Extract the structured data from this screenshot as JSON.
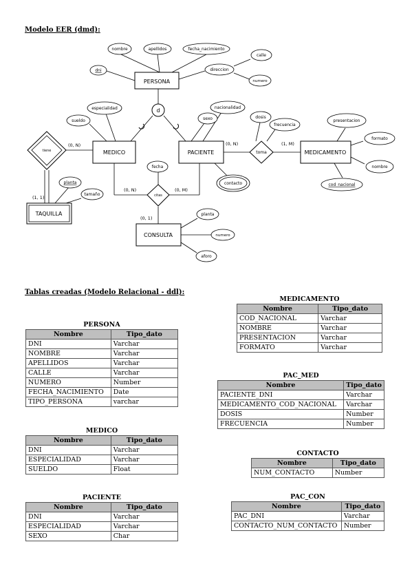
{
  "headings": {
    "eer": "Modelo EER (dmd):",
    "relational": "Tablas creadas (Modelo Relacional - ddl):"
  },
  "diagram": {
    "entities": {
      "persona": "PERSONA",
      "medico": "MEDICO",
      "paciente": "PACIENTE",
      "medicamento": "MEDICAMENTO",
      "taquilla": "TAQUILLA",
      "consulta": "CONSULTA"
    },
    "relationships": {
      "tiene": "tiene",
      "toma": "toma",
      "citas": "citas",
      "specialization": "d"
    },
    "attributes": {
      "nombre": "nombre",
      "apellidos": "apellidos",
      "fecha_nacimiento": "fecha_nacimiento",
      "dni": "dni",
      "direccion": "direccion",
      "calle": "calle",
      "numero": "numero",
      "especialidad": "especialidad",
      "sueldo": "sueldo",
      "nacionalidad": "nacionalidad",
      "sexo": "sexo",
      "contacto": "contacto",
      "dosis": "dosis",
      "frecuencia": "frecuencia",
      "presentacion": "presentacion",
      "formato": "formato",
      "nombre_med": "nombre",
      "cod_nacional": "cod_nacional",
      "fecha": "fecha",
      "planta_taq": "planta",
      "tamano": "tamaño",
      "planta_con": "planta",
      "numero_con": "numero",
      "aforo": "aforo"
    },
    "cardinalities": {
      "tiene_medico": "(0, N)",
      "tiene_taquilla": "(1, 1)",
      "toma_paciente": "(0, N)",
      "toma_medicamento": "(1, M)",
      "citas_medico": "(0, N)",
      "citas_paciente": "(0, M)",
      "citas_consulta": "(0, 1)"
    }
  },
  "tables": {
    "persona": {
      "title": "PERSONA",
      "headers": [
        "Nombre",
        "Tipo_dato"
      ],
      "rows": [
        [
          "DNI",
          "Varchar"
        ],
        [
          "NOMBRE",
          "Varchar"
        ],
        [
          "APELLIDOS",
          "Varchar"
        ],
        [
          "CALLE",
          "Varchar"
        ],
        [
          "NUMERO",
          "Number"
        ],
        [
          "FECHA_NACIMIENTO",
          "Date"
        ],
        [
          "TIPO_PERSONA",
          "varchar"
        ]
      ]
    },
    "medico": {
      "title": "MEDICO",
      "headers": [
        "Nombre",
        "Tipo_dato"
      ],
      "rows": [
        [
          "DNI",
          "Varchar"
        ],
        [
          "ESPECIALIDAD",
          "Varchar"
        ],
        [
          "SUELDO",
          "Float"
        ]
      ]
    },
    "paciente": {
      "title": "PACIENTE",
      "headers": [
        "Nombre",
        "Tipo_dato"
      ],
      "rows": [
        [
          "DNI",
          "Varchar"
        ],
        [
          "ESPECIALIDAD",
          "Varchar"
        ],
        [
          "SEXO",
          "Char"
        ]
      ]
    },
    "medicamento": {
      "title": "MEDICAMENTO",
      "headers": [
        "Nombre",
        "Tipo_dato"
      ],
      "rows": [
        [
          "COD_NACIONAL",
          "Varchar"
        ],
        [
          "NOMBRE",
          "Varchar"
        ],
        [
          "PRESENTACION",
          "Varchar"
        ],
        [
          "FORMATO",
          "Varchar"
        ]
      ]
    },
    "pac_med": {
      "title": "PAC_MED",
      "headers": [
        "Nombre",
        "Tipo_dato"
      ],
      "rows": [
        [
          "PACIENTE_DNI",
          "Varchar"
        ],
        [
          "MEDICAMENTO_COD_NACIONAL",
          "Varchar"
        ],
        [
          "DOSIS",
          "Number"
        ],
        [
          "FRECUENCIA",
          "Number"
        ]
      ]
    },
    "contacto": {
      "title": "CONTACTO",
      "headers": [
        "Nombre",
        "Tipo_dato"
      ],
      "rows": [
        [
          "NUM_CONTACTO",
          "Number"
        ]
      ]
    },
    "pac_con": {
      "title": "PAC_CON",
      "headers": [
        "Nombre",
        "Tipo_dato"
      ],
      "rows": [
        [
          "PAC_DNI",
          "Varchar"
        ],
        [
          "CONTACTO_NUM_CONTACTO",
          "Number"
        ]
      ]
    }
  }
}
